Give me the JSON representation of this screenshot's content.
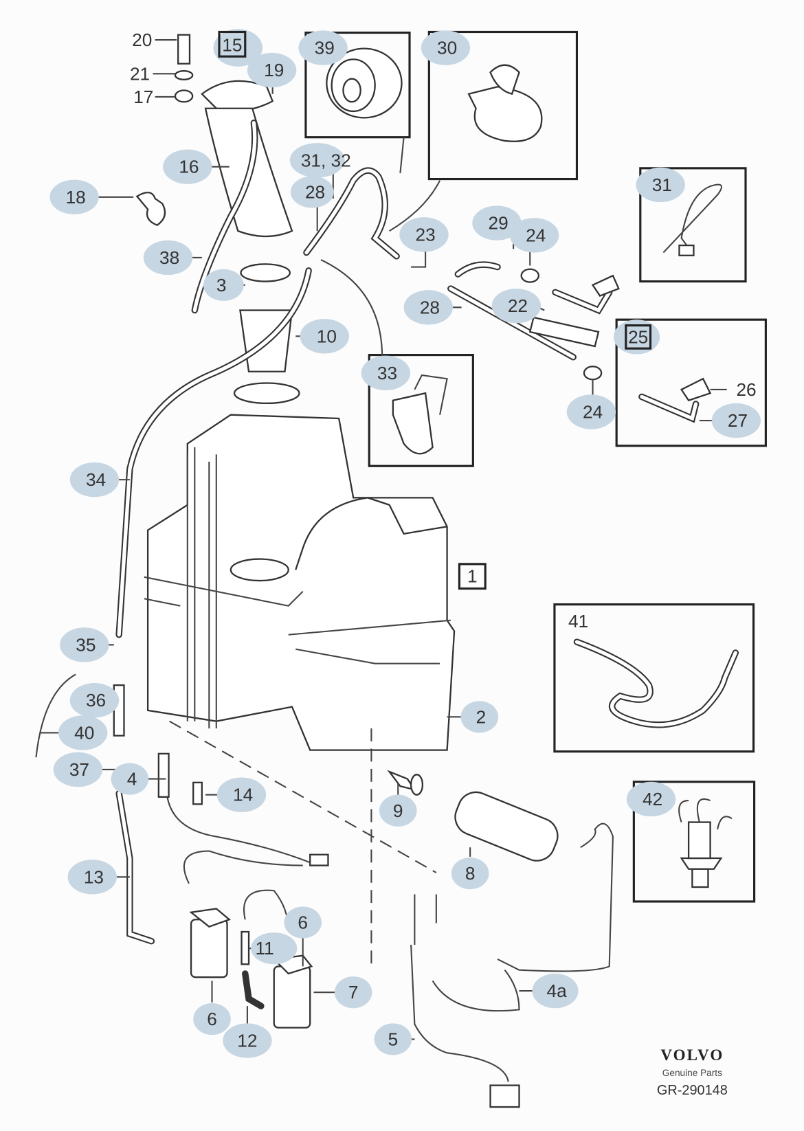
{
  "diagram": {
    "labels": {
      "l20": "20",
      "l15": "15",
      "l19": "19",
      "l21": "21",
      "l17": "17",
      "l39": "39",
      "l30": "30",
      "l16": "16",
      "l3132": "31, 32",
      "l28a": "28",
      "l18": "18",
      "l38": "38",
      "l3": "3",
      "l10": "10",
      "l23": "23",
      "l29": "29",
      "l24a": "24",
      "l28b": "28",
      "l22": "22",
      "l31": "31",
      "l25": "25",
      "l26": "26",
      "l27": "27",
      "l24b": "24",
      "l33": "33",
      "l34": "34",
      "l1": "1",
      "l35": "35",
      "l36": "36",
      "l40": "40",
      "l37": "37",
      "l4": "4",
      "l14": "14",
      "l2": "2",
      "l9": "9",
      "l8": "8",
      "l13": "13",
      "l6a": "6",
      "l11": "11",
      "l6b": "6",
      "l7": "7",
      "l12": "12",
      "l4a": "4a",
      "l5": "5",
      "l41": "41",
      "l42": "42"
    },
    "brand": {
      "logo": "VOLVO",
      "tagline": "Genuine Parts",
      "code": "GR-290148"
    },
    "colors": {
      "bubble": "#c7d6e3",
      "line": "#333333",
      "background": "#fbfcfb"
    }
  }
}
